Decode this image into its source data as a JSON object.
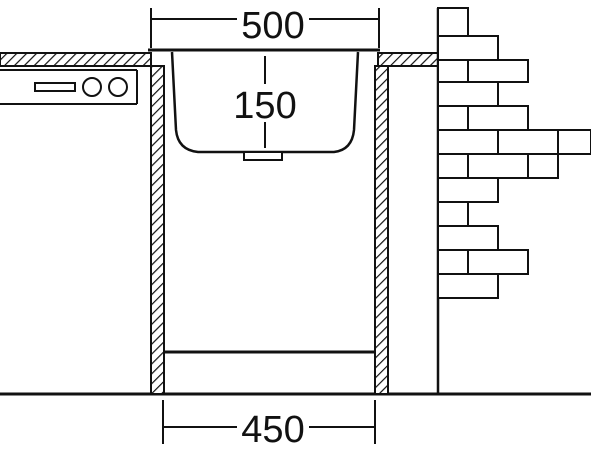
{
  "dimensions": {
    "top_width": "500",
    "depth": "150",
    "bottom_width": "450"
  },
  "colors": {
    "line": "#111111",
    "background": "#ffffff"
  }
}
